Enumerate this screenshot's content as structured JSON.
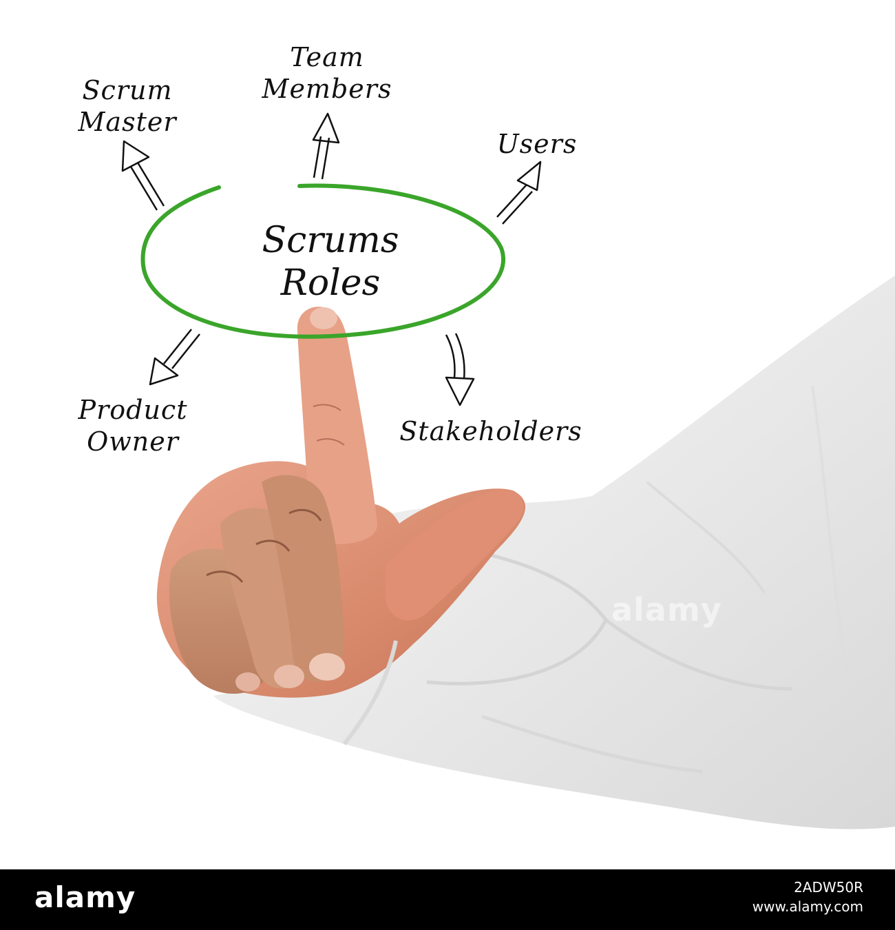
{
  "diagram": {
    "center": {
      "line1": "Scrums",
      "line2": "Roles"
    },
    "roles": [
      {
        "line1": "Scrum",
        "line2": "Master"
      },
      {
        "line1": "Team",
        "line2": "Members"
      },
      {
        "line1": "Users",
        "line2": ""
      },
      {
        "line1": "Product",
        "line2": "Owner"
      },
      {
        "line1": "Stakeholders",
        "line2": ""
      }
    ],
    "ellipse_color": "#3aa52a",
    "ink_color": "#111111"
  },
  "watermark": {
    "text": "alamy"
  },
  "footer": {
    "logo": "alamy",
    "image_id": "2ADW50R",
    "url": "www.alamy.com"
  }
}
